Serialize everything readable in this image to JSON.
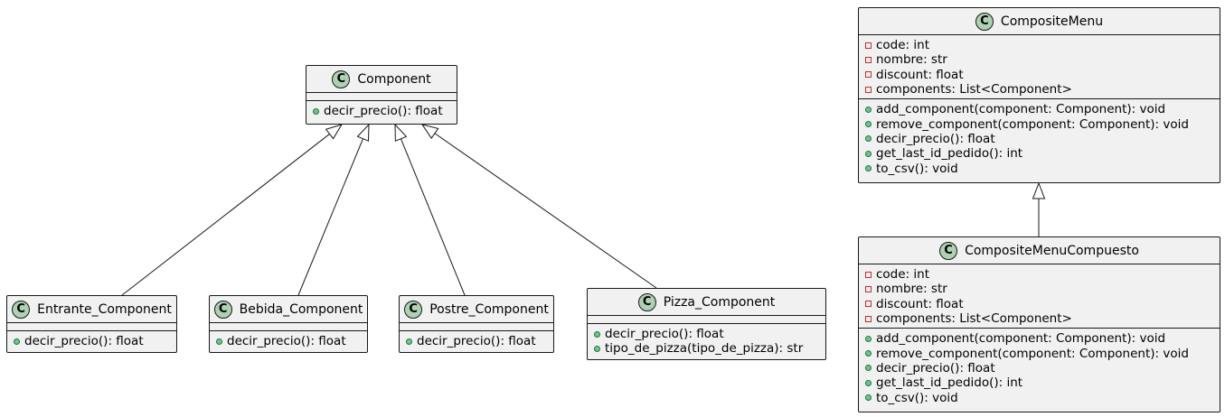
{
  "diagram": {
    "classes": [
      {
        "id": "component",
        "badge": "C",
        "name": "Component",
        "attributes": [],
        "methods": [
          {
            "visibility": "public",
            "text": "decir_precio(): float"
          }
        ]
      },
      {
        "id": "entrante",
        "badge": "C",
        "name": "Entrante_Component",
        "attributes": [],
        "methods": [
          {
            "visibility": "public",
            "text": "decir_precio(): float"
          }
        ]
      },
      {
        "id": "bebida",
        "badge": "C",
        "name": "Bebida_Component",
        "attributes": [],
        "methods": [
          {
            "visibility": "public",
            "text": "decir_precio(): float"
          }
        ]
      },
      {
        "id": "postre",
        "badge": "C",
        "name": "Postre_Component",
        "attributes": [],
        "methods": [
          {
            "visibility": "public",
            "text": "decir_precio(): float"
          }
        ]
      },
      {
        "id": "pizza",
        "badge": "C",
        "name": "Pizza_Component",
        "attributes": [],
        "methods": [
          {
            "visibility": "public",
            "text": "decir_precio(): float"
          },
          {
            "visibility": "public",
            "text": "tipo_de_pizza(tipo_de_pizza): str"
          }
        ]
      },
      {
        "id": "compositemenu",
        "badge": "C",
        "name": "CompositeMenu",
        "attributes": [
          {
            "visibility": "private",
            "text": "code: int"
          },
          {
            "visibility": "private",
            "text": "nombre: str"
          },
          {
            "visibility": "private",
            "text": "discount: float"
          },
          {
            "visibility": "private",
            "text": "components: List<Component>"
          }
        ],
        "methods": [
          {
            "visibility": "public",
            "text": "add_component(component: Component): void"
          },
          {
            "visibility": "public",
            "text": "remove_component(component: Component): void"
          },
          {
            "visibility": "public",
            "text": "decir_precio(): float"
          },
          {
            "visibility": "public",
            "text": "get_last_id_pedido(): int"
          },
          {
            "visibility": "public",
            "text": "to_csv(): void"
          }
        ]
      },
      {
        "id": "compositemenucompuesto",
        "badge": "C",
        "name": "CompositeMenuCompuesto",
        "attributes": [
          {
            "visibility": "private",
            "text": "code: int"
          },
          {
            "visibility": "private",
            "text": "nombre: str"
          },
          {
            "visibility": "private",
            "text": "discount: float"
          },
          {
            "visibility": "private",
            "text": "components: List<Component>"
          }
        ],
        "methods": [
          {
            "visibility": "public",
            "text": "add_component(component: Component): void"
          },
          {
            "visibility": "public",
            "text": "remove_component(component: Component): void"
          },
          {
            "visibility": "public",
            "text": "decir_precio(): float"
          },
          {
            "visibility": "public",
            "text": "get_last_id_pedido(): int"
          },
          {
            "visibility": "public",
            "text": "to_csv(): void"
          }
        ]
      }
    ],
    "relations": [
      {
        "type": "inheritance",
        "from": "entrante",
        "to": "component"
      },
      {
        "type": "inheritance",
        "from": "bebida",
        "to": "component"
      },
      {
        "type": "inheritance",
        "from": "postre",
        "to": "component"
      },
      {
        "type": "inheritance",
        "from": "pizza",
        "to": "component"
      },
      {
        "type": "inheritance",
        "from": "compositemenucompuesto",
        "to": "compositemenu"
      }
    ],
    "colors": {
      "box_fill": "#f1f1f1",
      "border": "#181818",
      "badge_fill": "#add1b2",
      "public_fill": "#84be84",
      "public_border": "#038048",
      "private_border": "#c82930",
      "background": "#ffffff"
    }
  }
}
